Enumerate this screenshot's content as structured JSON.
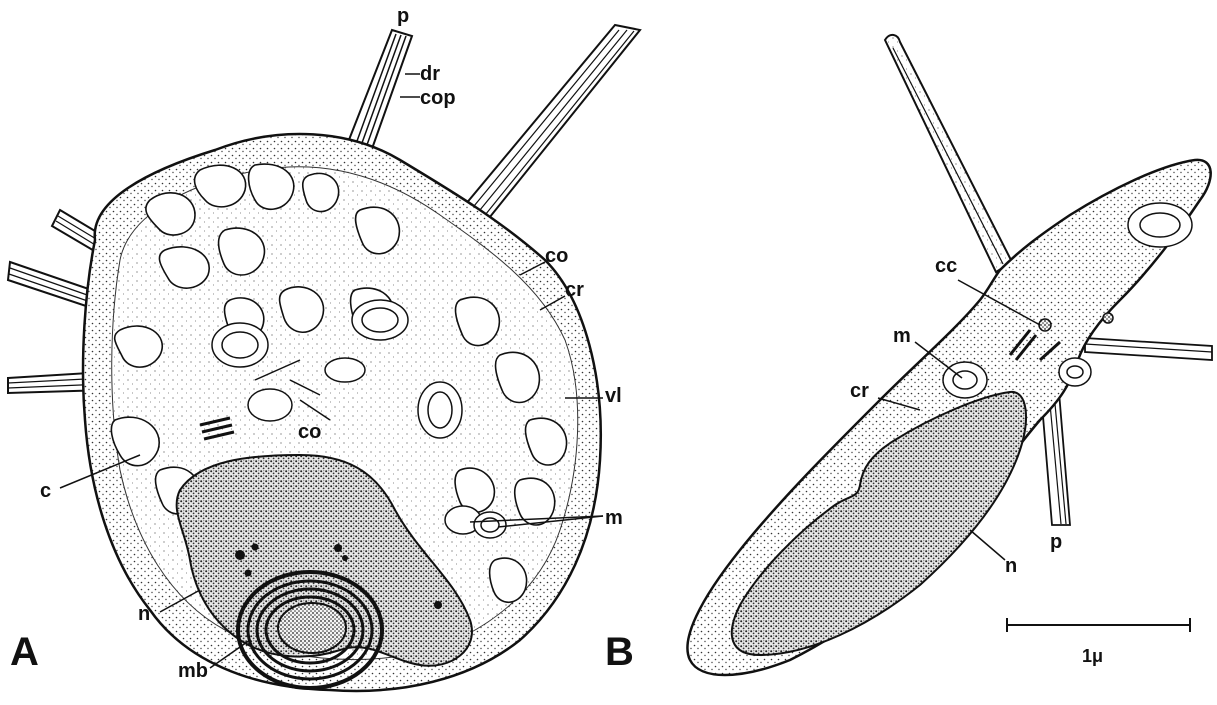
{
  "figure": {
    "panels": [
      {
        "id": "A",
        "label": "A"
      },
      {
        "id": "B",
        "label": "B"
      }
    ],
    "labels_a": {
      "p": "p",
      "dr": "dr",
      "cop": "cop",
      "co_outer": "co",
      "cr": "cr",
      "vl": "vl",
      "m": "m",
      "co_inner": "co",
      "c": "c",
      "n": "n",
      "mb": "mb"
    },
    "labels_b": {
      "cc": "cc",
      "m": "m",
      "cr": "cr",
      "p": "p",
      "n": "n"
    },
    "scale_bar": {
      "label": "1μ"
    }
  }
}
